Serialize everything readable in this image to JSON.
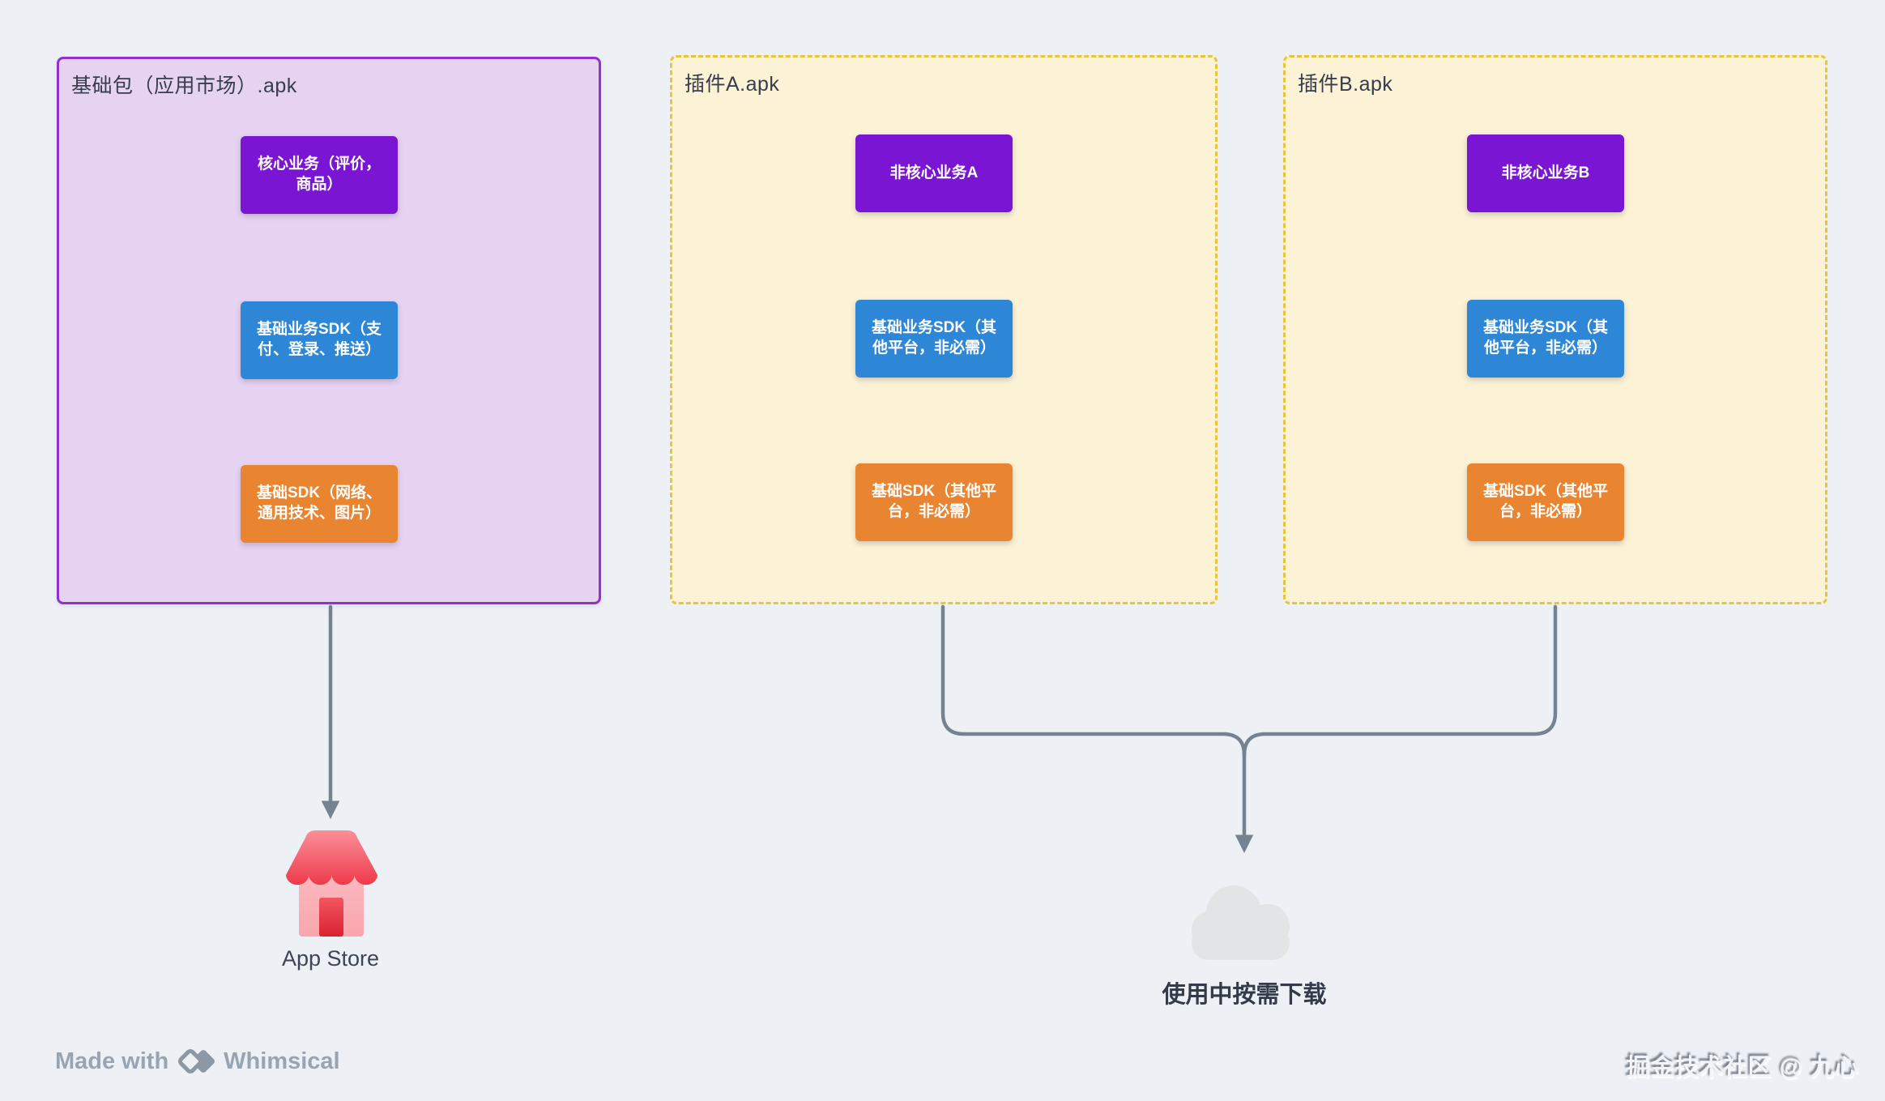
{
  "watermark": "掘金技术社区 @ 九心",
  "footer": {
    "made_with": "Made with",
    "brand": "Whimsical"
  },
  "containers": [
    {
      "title": "基础包（应用市场）.apk",
      "style": "solid-purple",
      "boxes": [
        {
          "label": "核心业务（评价，商品）",
          "color": "purple"
        },
        {
          "label": "基础业务SDK（支付、登录、推送）",
          "color": "blue"
        },
        {
          "label": "基础SDK（网络、通用技术、图片）",
          "color": "orange"
        }
      ]
    },
    {
      "title": "插件A.apk",
      "style": "dashed-yellow",
      "boxes": [
        {
          "label": "非核心业务A",
          "color": "purple"
        },
        {
          "label": "基础业务SDK（其他平台，非必需）",
          "color": "blue"
        },
        {
          "label": "基础SDK（其他平台，非必需）",
          "color": "orange"
        }
      ]
    },
    {
      "title": "插件B.apk",
      "style": "dashed-yellow",
      "boxes": [
        {
          "label": "非核心业务B",
          "color": "purple"
        },
        {
          "label": "基础业务SDK（其他平台，非必需）",
          "color": "blue"
        },
        {
          "label": "基础SDK（其他平台，非必需）",
          "color": "orange"
        }
      ]
    }
  ],
  "targets": {
    "app_store_label": "App Store",
    "cloud_label": "使用中按需下载"
  },
  "icons": {
    "store": "app-store-shop-icon",
    "cloud": "cloud-download-target-icon",
    "logo": "whimsical-double-diamond-icon"
  },
  "colors": {
    "canvas_bg": "#edf1f6",
    "base_container_fill": "#e6d3f2",
    "base_container_border": "#9232cc",
    "plugin_container_fill": "#fcf2d6",
    "plugin_container_border": "#e8c53f",
    "node_purple": "#7a16d3",
    "node_blue": "#2e86d6",
    "node_orange": "#e98430",
    "connector": "#76828f",
    "cloud_fill": "#e3e4e6",
    "store_red": "#ee3a4b",
    "store_pink": "#fab3ba",
    "title_text": "#363d4c",
    "footer_text": "#9aa4b0"
  }
}
